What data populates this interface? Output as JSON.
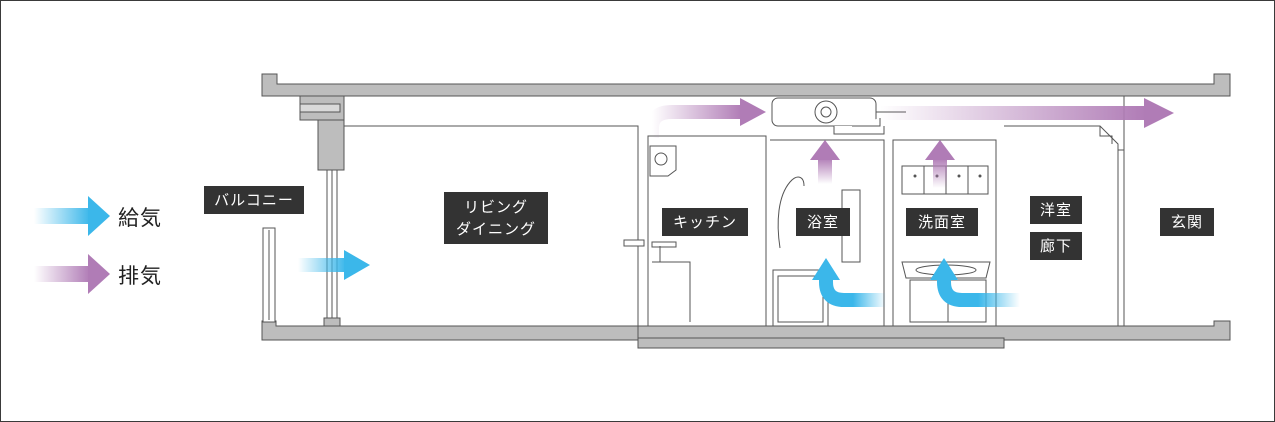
{
  "legend": {
    "supply": {
      "label": "給気",
      "color": "#3bb7ea"
    },
    "exhaust": {
      "label": "排気",
      "color": "#b07cb6"
    }
  },
  "rooms": {
    "balcony": "バルコニー",
    "living_line1": "リビング",
    "living_line2": "ダイニング",
    "kitchen": "キッチン",
    "bath": "浴室",
    "washroom": "洗面室",
    "western_line1": "洋室",
    "western_line2": "廊下",
    "entrance": "玄関"
  },
  "colors": {
    "wall": "#bdbdbd",
    "wall_stroke": "#555555",
    "label_bg": "#333333"
  }
}
